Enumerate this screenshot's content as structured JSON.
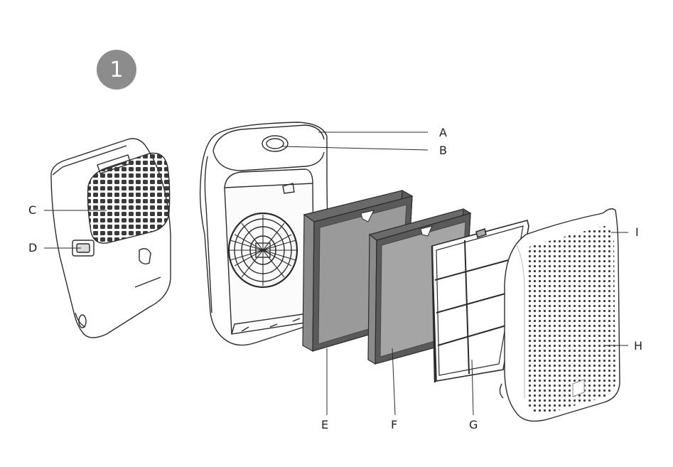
{
  "step": {
    "number": "1"
  },
  "labels": {
    "a": "A",
    "b": "B",
    "c": "C",
    "d": "D",
    "e": "E",
    "f": "F",
    "g": "G",
    "h": "H",
    "i": "I"
  },
  "colors": {
    "badge": "#8c8c8c",
    "line": "#2b2b2b",
    "filter_grey": "#9a9a9a",
    "filter_dark": "#5e5e5e"
  }
}
